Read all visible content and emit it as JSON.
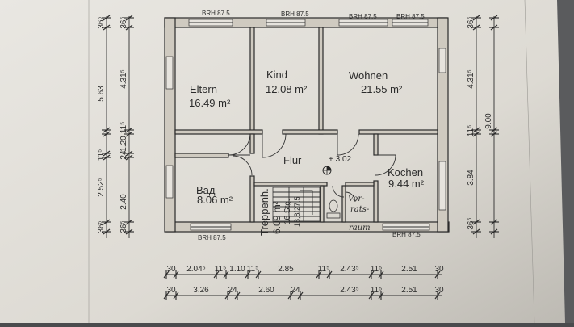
{
  "rooms": {
    "eltern": {
      "name": "Eltern",
      "area": "16.49 m²"
    },
    "kind": {
      "name": "Kind",
      "area": "12.08 m²"
    },
    "wohnen": {
      "name": "Wohnen",
      "area": "21.55 m²"
    },
    "flur": {
      "name": "Flur",
      "level": "+ 3.02"
    },
    "bad": {
      "name": "Baд",
      "area": "8.06 m²"
    },
    "kochen": {
      "name": "Kochen",
      "area": "9.44 m²"
    },
    "treppenh": {
      "name": "Treppenh.",
      "area": "6.09 m²"
    },
    "stair": {
      "label": "16 Stg.",
      "ratio": "18,8/27,5"
    },
    "vorrats": {
      "l1": "Vor-",
      "l2": "rats-",
      "l3": "raum"
    }
  },
  "window_labels": {
    "top1": "BRH 87.5",
    "top2": "BRH 87.5",
    "top3": "BRH 87.5",
    "top4": "BRH 87.5",
    "bottom1": "BRH 87.5",
    "bottom2": "BRH 87.5"
  },
  "dims_bottom_row1": [
    "30",
    "2.04⁵",
    "11⁵",
    "1.10",
    "11⁵",
    "2.85",
    "11⁵",
    "2.43⁵",
    "11⁵",
    "2.51",
    "30"
  ],
  "dims_bottom_row2": [
    "30",
    "3.26",
    "24",
    "2.60",
    "24",
    "2.43⁵",
    "11⁵",
    "2.51",
    "30"
  ],
  "dims_left_outer": [
    "36⁵",
    "2.52⁵",
    "11⁵",
    "5.63",
    "36⁵"
  ],
  "dims_left_inner": [
    "36⁵",
    "2.40",
    "24",
    "1.20",
    "11⁵",
    "4.31⁵",
    "36⁵"
  ],
  "dims_right_inner": [
    "36⁵",
    "3.84",
    "11⁵",
    "4.31⁵",
    "36⁵"
  ],
  "dims_right_outer": [
    "9.00"
  ]
}
